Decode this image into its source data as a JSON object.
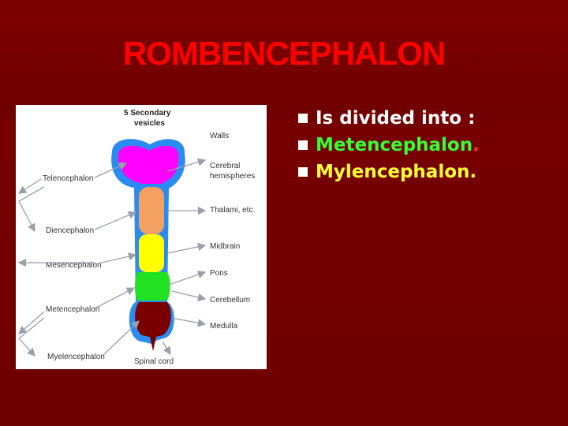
{
  "slide": {
    "title": "ROMBENCEPHALON",
    "bullets": [
      {
        "text": "Is divided into :",
        "color": "#ffffff"
      },
      {
        "text": "Metencephalon",
        "suffix": ".",
        "color": "#33ff33",
        "suffix_color": "#ff3333"
      },
      {
        "text": "Mylencephalon.",
        "color": "#ffff33"
      }
    ]
  },
  "figure": {
    "header": [
      "5 Secondary",
      "vesicles"
    ],
    "left_labels": [
      "Telencephalon",
      "Diencephalon",
      "Mesencephalon",
      "Metencephalon",
      "Myelencephalon"
    ],
    "right_labels": {
      "walls": "Walls",
      "cerebral": [
        "Cerebral",
        "hemispheres"
      ],
      "thalami": "Thalami, etc.",
      "midbrain": "Midbrain",
      "pons": "Pons",
      "cerebellum": "Cerebellum",
      "medulla": "Medulla",
      "spinal_cord": "Spinal cord"
    },
    "colors": {
      "outline": "#2a8cf0",
      "telencephalon": "#ff00ff",
      "diencephalon": "#f4a060",
      "mesencephalon": "#ffff00",
      "metencephalon": "#22e022",
      "myelencephalon": "#7a0000"
    }
  }
}
